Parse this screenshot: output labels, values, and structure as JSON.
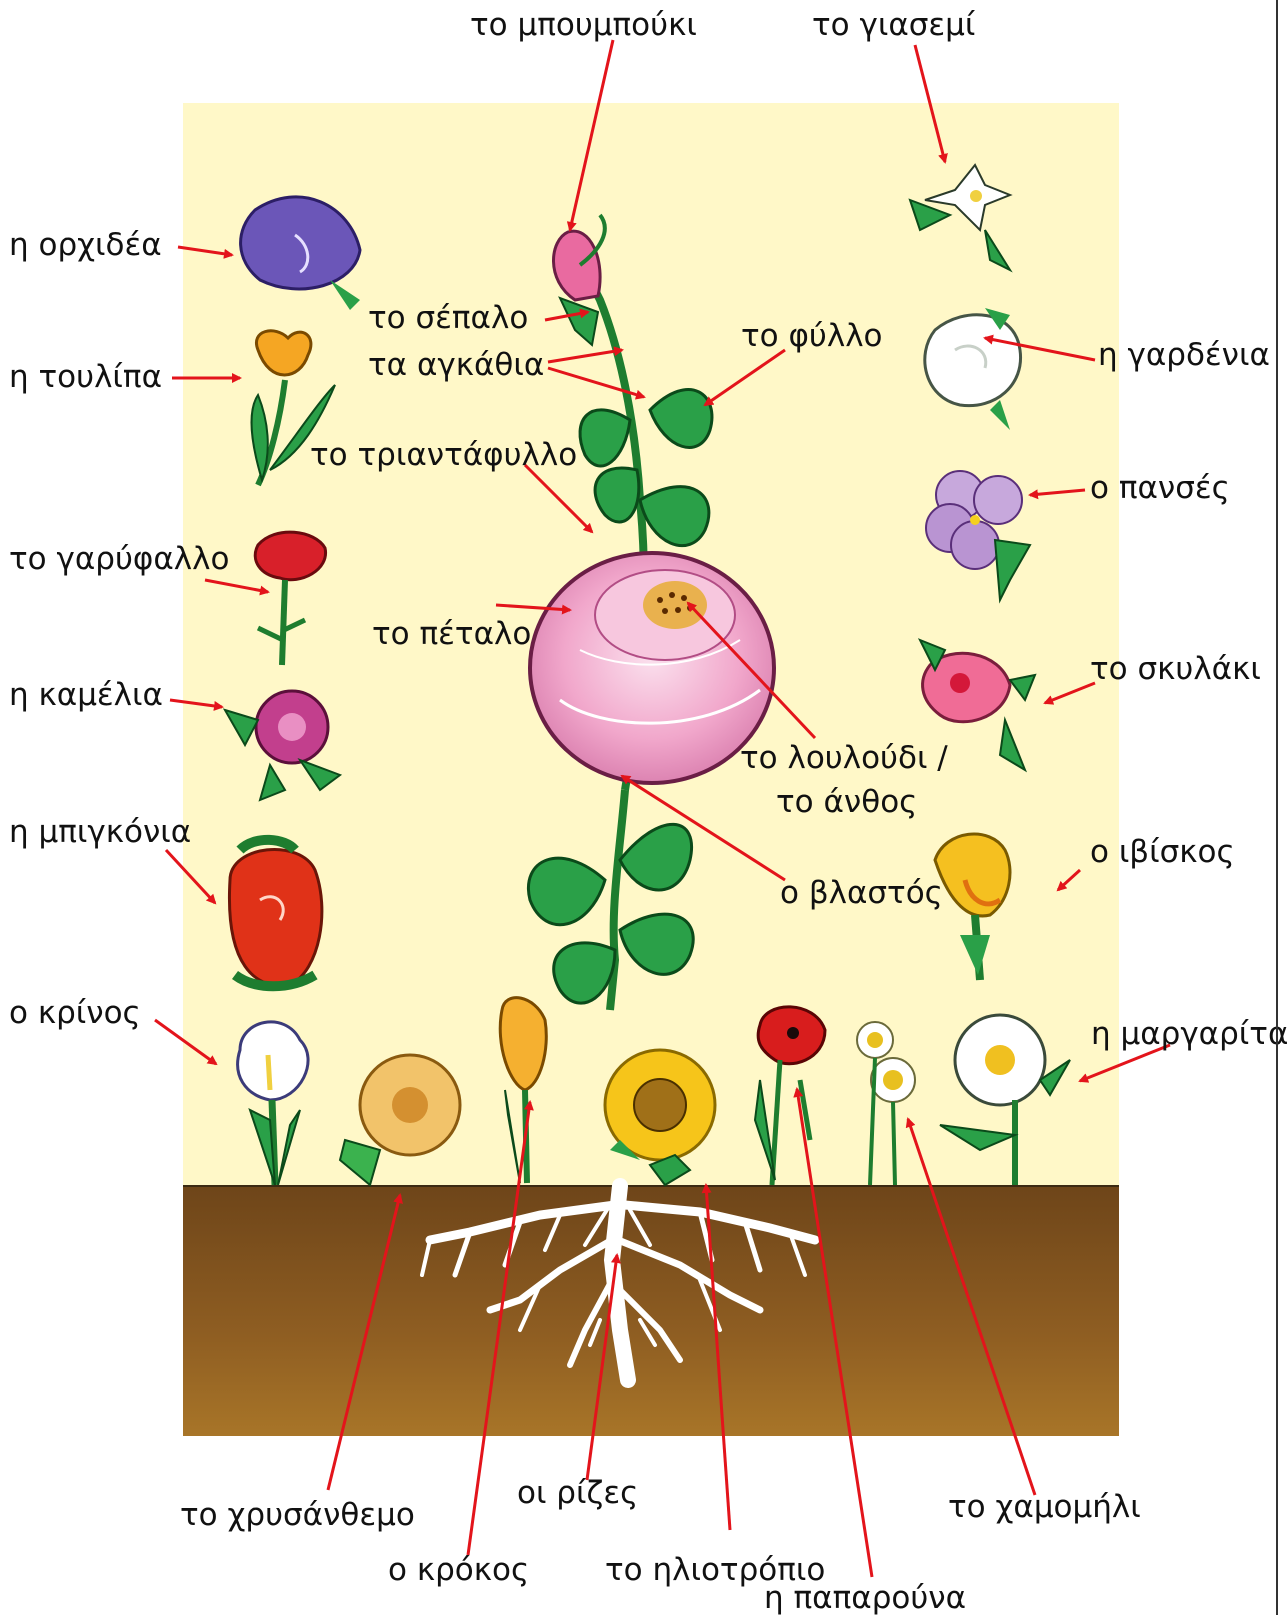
{
  "labels": {
    "bud": "το μπουμπούκι",
    "jasmine": "το γιασεμί",
    "orchid": "η ορχιδέα",
    "sepal": "το σέπαλο",
    "thorns": "τα αγκάθια",
    "leaf": "το φύλλο",
    "gardenia": "η γαρδένια",
    "tulip": "η τουλίπα",
    "rose": "το τριαντάφυλλο",
    "pansy": "ο πανσές",
    "carnation": "το γαρύφαλλο",
    "petal": "το πέταλο",
    "snapdragon": "το σκυλάκι",
    "camellia": "η καμέλια",
    "flower_line1": "το λουλούδι /",
    "flower_line2": "το άνθος",
    "begonia": "η μπιγκόνια",
    "hibiscus": "ο ιβίσκος",
    "stem": "ο βλαστός",
    "lily": "ο κρίνος",
    "daisy": "η μαργαρίτα",
    "chrysanthemum": "το χρυσάνθεμο",
    "roots": "οι ρίζες",
    "chamomile": "το χαμομήλι",
    "crocus": "ο κρόκος",
    "sunflower": "το ηλιοτρόπιο",
    "poppy": "η παπαρούνα"
  },
  "colors": {
    "background_panel": "#fff8c8",
    "soil": "#8a5a22",
    "roots": "#ffffff",
    "arrow": "#e3141b",
    "leaf_green": "#1f9a3a",
    "rose_pink": "#f2a9cc"
  }
}
